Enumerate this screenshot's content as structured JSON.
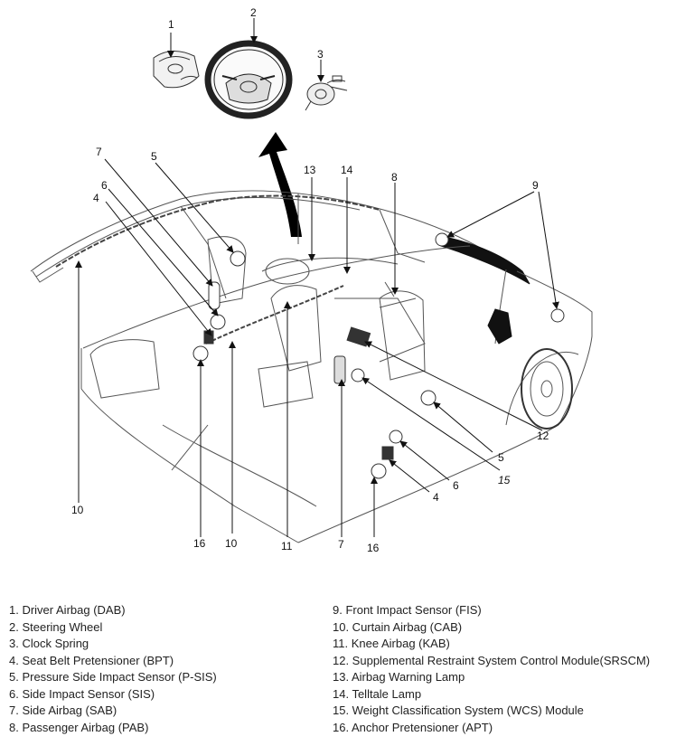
{
  "callouts": {
    "c1": "1",
    "c2": "2",
    "c3": "3",
    "c4a": "4",
    "c4b": "4",
    "c5a": "5",
    "c5b": "5",
    "c6a": "6",
    "c6b": "6",
    "c7a": "7",
    "c7b": "7",
    "c8": "8",
    "c9": "9",
    "c10a": "10",
    "c10b": "10",
    "c11": "11",
    "c12": "12",
    "c13": "13",
    "c14": "14",
    "c15": "15",
    "c16a": "16",
    "c16b": "16"
  },
  "legend": {
    "left": [
      "1. Driver Airbag (DAB)",
      "2. Steering Wheel",
      "3. Clock Spring",
      "4. Seat Belt Pretensioner (BPT)",
      "5. Pressure Side Impact Sensor (P-SIS)",
      "6. Side Impact Sensor (SIS)",
      "7. Side Airbag (SAB)",
      "8. Passenger Airbag (PAB)"
    ],
    "right": [
      "9. Front Impact Sensor (FIS)",
      "10. Curtain Airbag (CAB)",
      "11. Knee Airbag (KAB)",
      "12. Supplemental Restraint System Control Module(SRSCM)",
      "13. Airbag Warning Lamp",
      "14. Telltale Lamp",
      "15. Weight Classification System (WCS) Module",
      "16. Anchor Pretensioner (APT)"
    ]
  }
}
